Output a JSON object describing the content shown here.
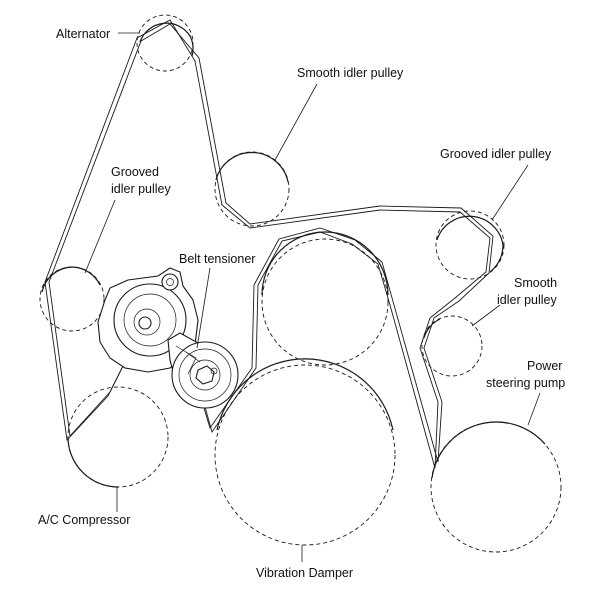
{
  "labels": {
    "alternator": "Alternator",
    "smooth_idler_top": "Smooth idler pulley",
    "grooved_idler_right": "Grooved idler pulley",
    "grooved_idler_left_line1": "Grooved",
    "grooved_idler_left_line2": "idler pulley",
    "belt_tensioner": "Belt tensioner",
    "smooth_idler_right_line1": "Smooth",
    "smooth_idler_right_line2": "idler pulley",
    "power_steering_line1": "Power",
    "power_steering_line2": "steering pump",
    "ac_compressor": "A/C Compressor",
    "vibration_damper": "Vibration Damper"
  }
}
